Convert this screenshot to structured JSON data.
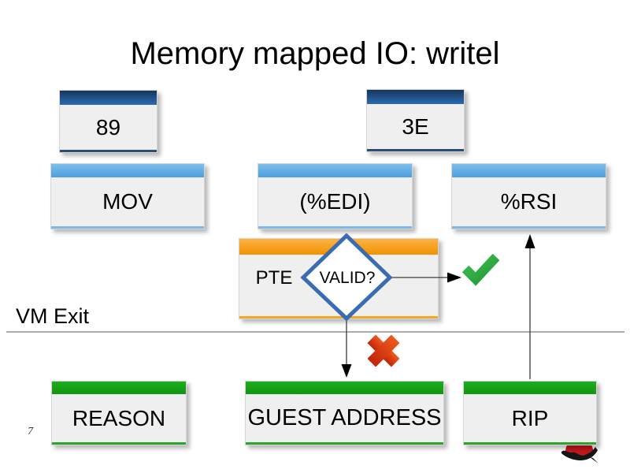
{
  "slide": {
    "title": "Memory mapped IO: writel",
    "page_number": "7",
    "vm_exit_label": "VM Exit"
  },
  "instruction": {
    "opcode_byte": "89",
    "offset_byte": "3E",
    "mnemonic": "MOV",
    "dest_operand": "(%EDI)",
    "src_operand": "%RSI"
  },
  "pte": {
    "label": "PTE",
    "decision": "VALID?"
  },
  "vmexit_fields": {
    "reason": "REASON",
    "guest_address": "GUEST ADDRESS",
    "rip": "RIP"
  },
  "icons": {
    "valid_yes": "check-icon",
    "valid_no": "cross-icon",
    "brand": "redhat-logo"
  },
  "colors": {
    "dark_blue_header_top": "#16365c",
    "dark_blue_header_bottom": "#2b6cb0",
    "light_blue_header_top": "#7cbeec",
    "light_blue_header_bottom": "#4d9fdc",
    "orange_header_top": "#fcb344",
    "orange_header_bottom": "#f19100",
    "green_header": "#1aa318",
    "box_body_gray": "#f0efef",
    "diamond_border_blue": "#3a6cb3",
    "check_green": "#2aa53c",
    "cross_red": "#d8330f",
    "vm_exit_line_gray": "#8f8f8f"
  }
}
